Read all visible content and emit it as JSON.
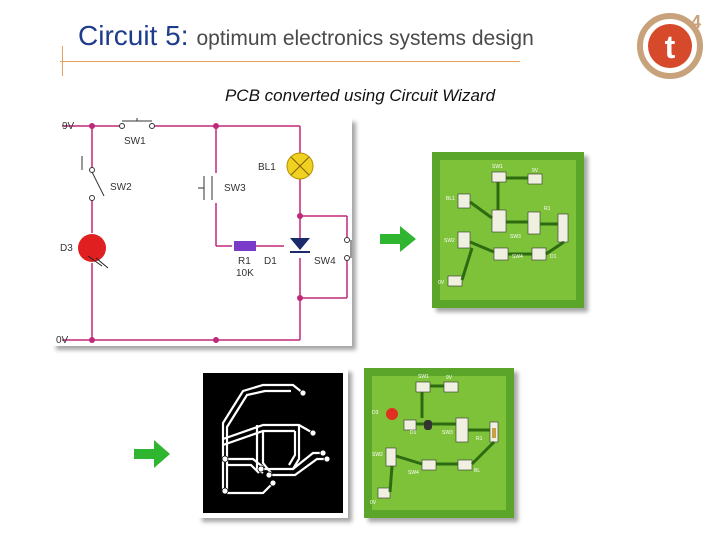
{
  "slide": {
    "title_main": "Circuit 5:",
    "title_sub": "optimum electronics systems design",
    "subtitle": "PCB converted using Circuit Wizard"
  },
  "logo": {
    "letter": "t",
    "superscript": "4",
    "ring_color": "#c8a27a",
    "fill_color": "#d6492a"
  },
  "schematic": {
    "labels": {
      "v9": "9V",
      "v0": "0V",
      "sw1": "SW1",
      "sw2": "SW2",
      "sw3": "SW3",
      "sw4": "SW4",
      "d3": "D3",
      "bl1": "BL1",
      "r1": "R1",
      "r1_value": "10K",
      "d1": "D1"
    },
    "colors": {
      "wire": "#c0287a",
      "led": "#e02020",
      "lamp": "#f0d020",
      "resistor": "#7a3cc8",
      "diode": "#1a2a6a"
    }
  },
  "pcb_top": {
    "board_color": "#5aa52a",
    "labels": [
      "SW1",
      "9V",
      "BL1",
      "SW3",
      "R1",
      "D1",
      "SW2",
      "SW4",
      "0V"
    ]
  },
  "pcb_bottom": {
    "board_color": "#5aa52a",
    "labels": [
      "SW1",
      "9V",
      "D3",
      "D1",
      "SW3",
      "R1",
      "SW2",
      "SW4",
      "BL",
      "0V"
    ]
  },
  "arrows": {
    "color": "#2fb52f"
  }
}
